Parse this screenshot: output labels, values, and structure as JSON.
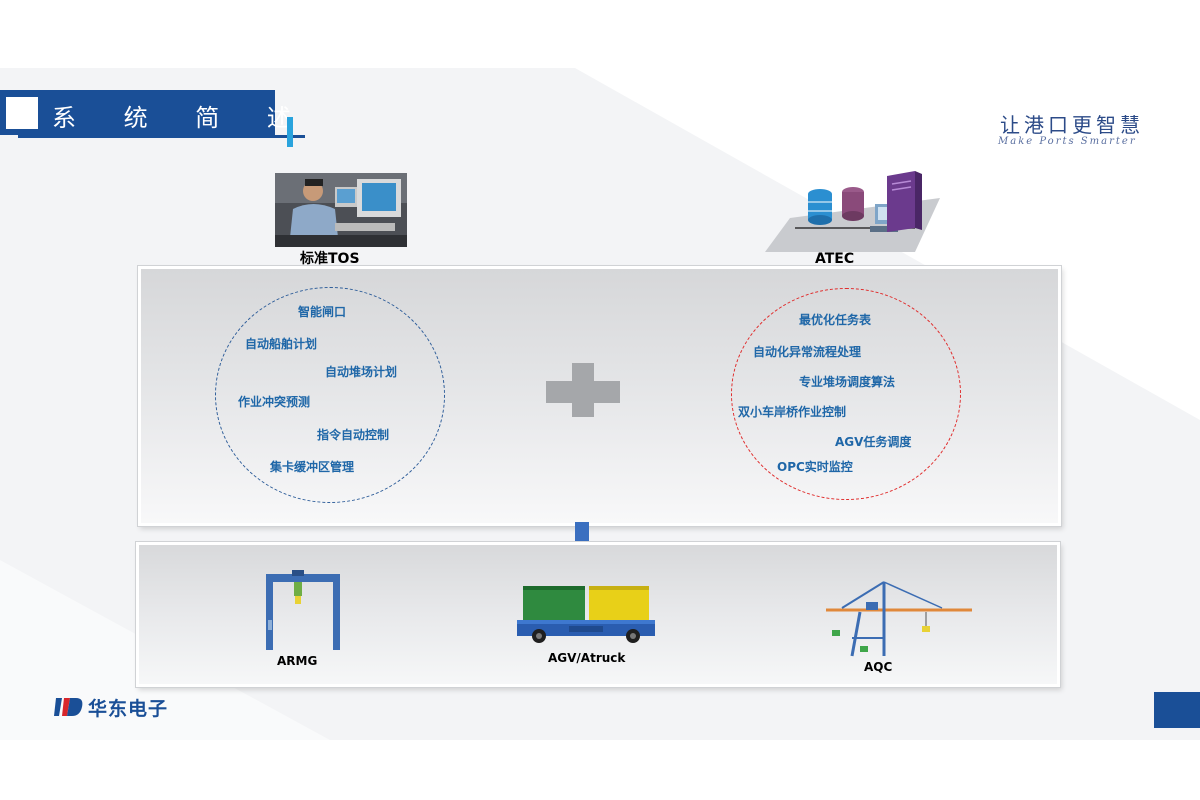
{
  "header": {
    "title": "系 统 简 述",
    "slogan_cn": "让港口更智慧",
    "slogan_en": "Make Ports Smarter"
  },
  "top": {
    "tos_label": "标准TOS",
    "atec_label": "ATEC"
  },
  "tos_features": [
    "智能闸口",
    "自动船舶计划",
    "自动堆场计划",
    "作业冲突预测",
    "指令自动控制",
    "集卡缓冲区管理"
  ],
  "atec_features": [
    "最优化任务表",
    "自动化异常流程处理",
    "专业堆场调度算法",
    "双小车岸桥作业控制",
    "AGV任务调度",
    "OPC实时监控"
  ],
  "equipment": [
    {
      "label": "ARMG"
    },
    {
      "label": "AGV/Atruck"
    },
    {
      "label": "AQC"
    }
  ],
  "footer": {
    "company": "华东电子"
  },
  "colors": {
    "brand_blue": "#1a4f97",
    "feature_text": "#1f67a8",
    "left_circle": "#2f5e9a",
    "right_circle": "#e02c2c",
    "accent_cyan": "#29a3dd"
  }
}
